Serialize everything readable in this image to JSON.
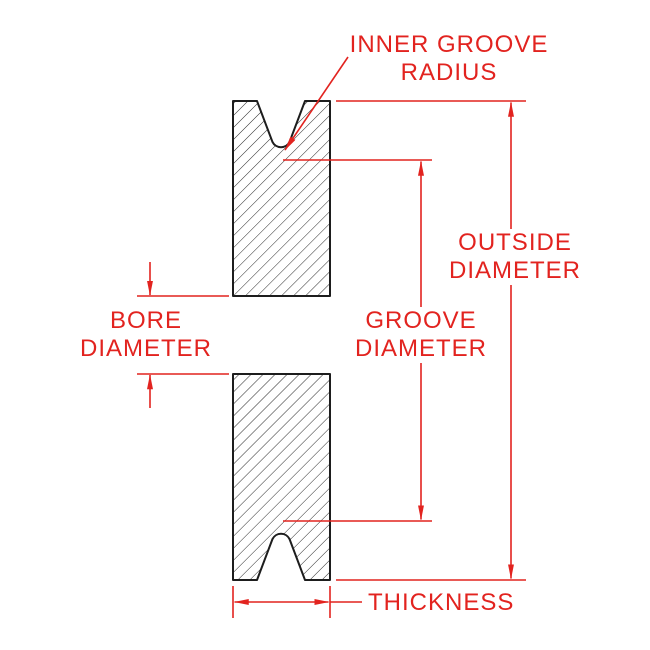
{
  "diagram": {
    "labels": {
      "inner_groove_radius": "INNER GROOVE\nRADIUS",
      "outside_diameter": "OUTSIDE\nDIAMETER",
      "groove_diameter": "GROOVE\nDIAMETER",
      "bore_diameter": "BORE\nDIAMETER",
      "thickness": "THICKNESS"
    },
    "colors": {
      "dimension": "#e2231f",
      "outline": "#1d1d1d",
      "hatch": "#2b2b2b",
      "background": "#ffffff"
    }
  }
}
